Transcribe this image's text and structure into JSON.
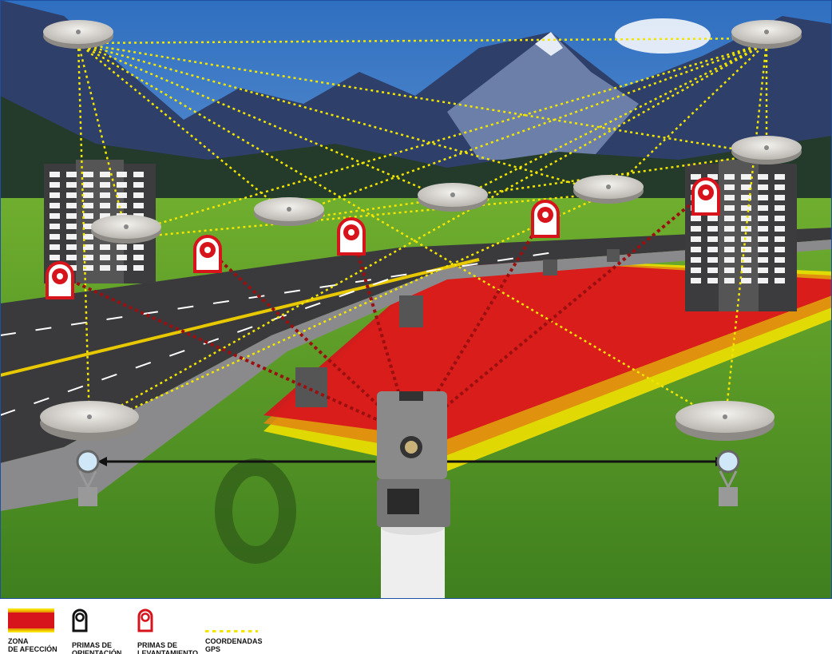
{
  "legend": {
    "zone": {
      "label": "ZONA\nDE AFECCIÓN",
      "color": "#d7141c"
    },
    "orientation_prisms": {
      "label": "PRIMAS DE\nORIENTACIÓN",
      "color": "#111111"
    },
    "survey_prisms": {
      "label": "PRIMAS DE\nLEVANTAMIENTO",
      "color": "#d7141c"
    },
    "gps": {
      "label": "COORDENADAS\nGPS",
      "color": "#f2e600"
    }
  }
}
